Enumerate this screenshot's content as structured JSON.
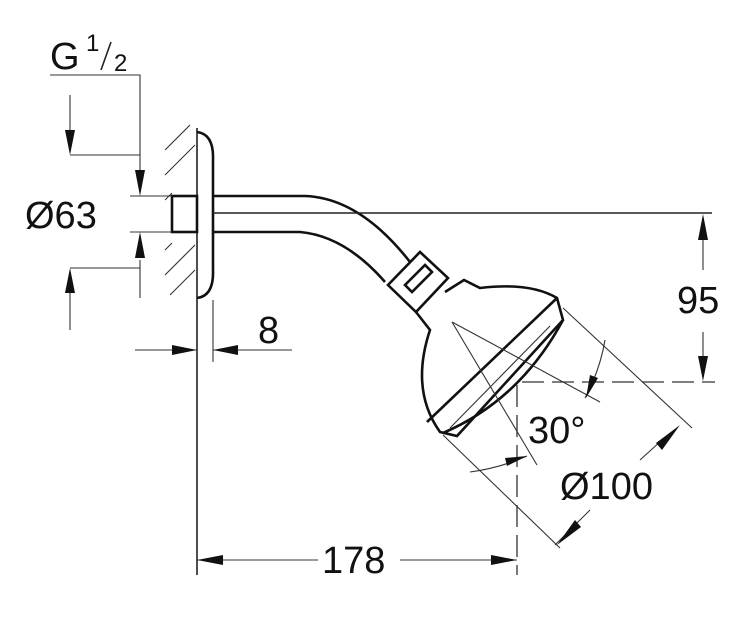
{
  "drawing": {
    "thread_label": "G",
    "thread_fraction_numerator": "1",
    "thread_fraction_denominator": "2",
    "flange_diameter": "Ø63",
    "flange_depth": "8",
    "drop_height": "95",
    "spray_angle": "30°",
    "head_diameter": "Ø100",
    "projection_length": "178"
  }
}
